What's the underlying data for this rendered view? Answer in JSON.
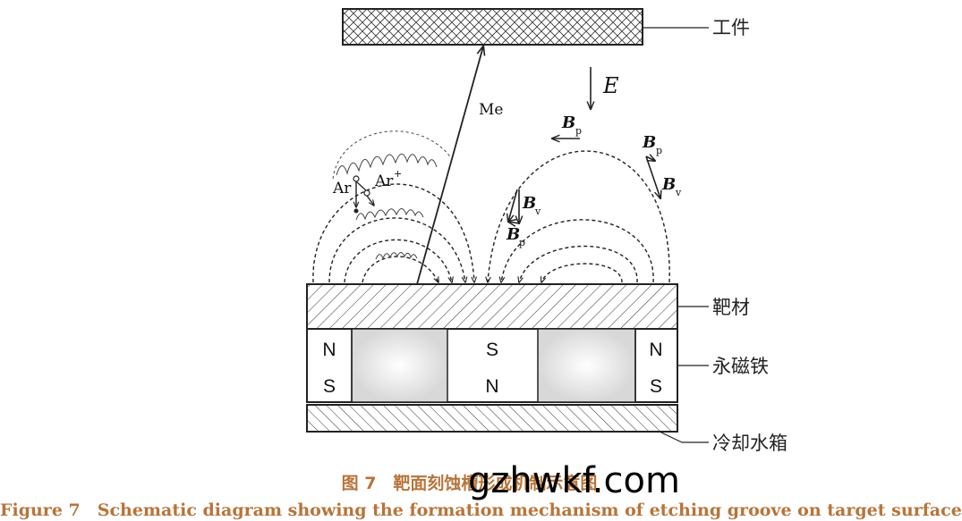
{
  "labels": {
    "workpiece": "工件",
    "target": "靶材",
    "magnet": "永磁铁",
    "cooling": "冷却水箱",
    "me": "Me",
    "e_field": "E",
    "ar": "Ar",
    "ar_ion": "Ar",
    "ar_ion_sup": "+",
    "b": "B",
    "sub_p": "p",
    "sub_v": "v"
  },
  "magnets": [
    {
      "top": "N",
      "bottom": "S"
    },
    {
      "top": "S",
      "bottom": "N"
    },
    {
      "top": "N",
      "bottom": "S"
    }
  ],
  "caption": {
    "cn": "图 7　靶面刻蚀槽形成机制示意图",
    "en": "Figure 7　Schematic diagram showing the formation mechanism of etching groove on target surface"
  },
  "watermark": "gzhwkf.com",
  "colors": {
    "line": "#222222",
    "caption": "#b8743a"
  }
}
